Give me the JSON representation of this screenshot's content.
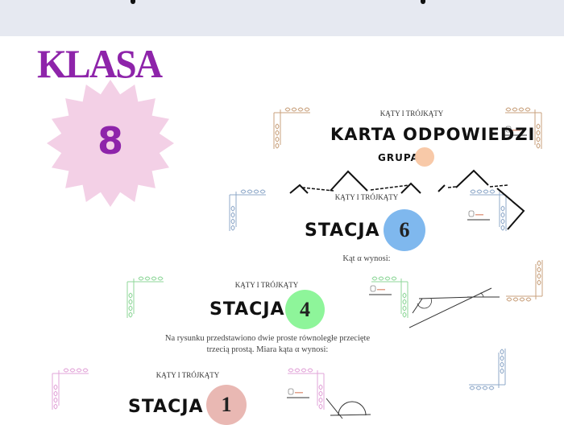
{
  "header": {
    "title": "KLASA",
    "grade": "8"
  },
  "answer_card": {
    "kicker": "KĄTY I TRÓJKĄTY",
    "title": "KARTA ODPOWIEDZI",
    "group_label": "GRUPA",
    "group_color": "#f8c9a8"
  },
  "stations": [
    {
      "kicker": "KĄTY I TRÓJKĄTY",
      "label": "STACJA",
      "number": "6",
      "color": "#7fb8ee",
      "question": "Kąt α wynosi:"
    },
    {
      "kicker": "KĄTY I TRÓJKĄTY",
      "label": "STACJA",
      "number": "4",
      "color": "#8ef59a",
      "question_line1": "Na rysunku przedstawiono dwie proste równoległe przecięte",
      "question_line2": "trzecią prostą. Miara kąta α wynosi:"
    },
    {
      "kicker": "KĄTY I TRÓJKĄTY",
      "label": "STACJA",
      "number": "1",
      "color": "#e9b8b3"
    }
  ],
  "colors": {
    "accent": "#8e24aa",
    "star": "#f3d0e6",
    "topband": "#e6e9f1"
  },
  "icons": [
    "leaf-corner-icon",
    "logo-icon",
    "starburst-icon"
  ]
}
